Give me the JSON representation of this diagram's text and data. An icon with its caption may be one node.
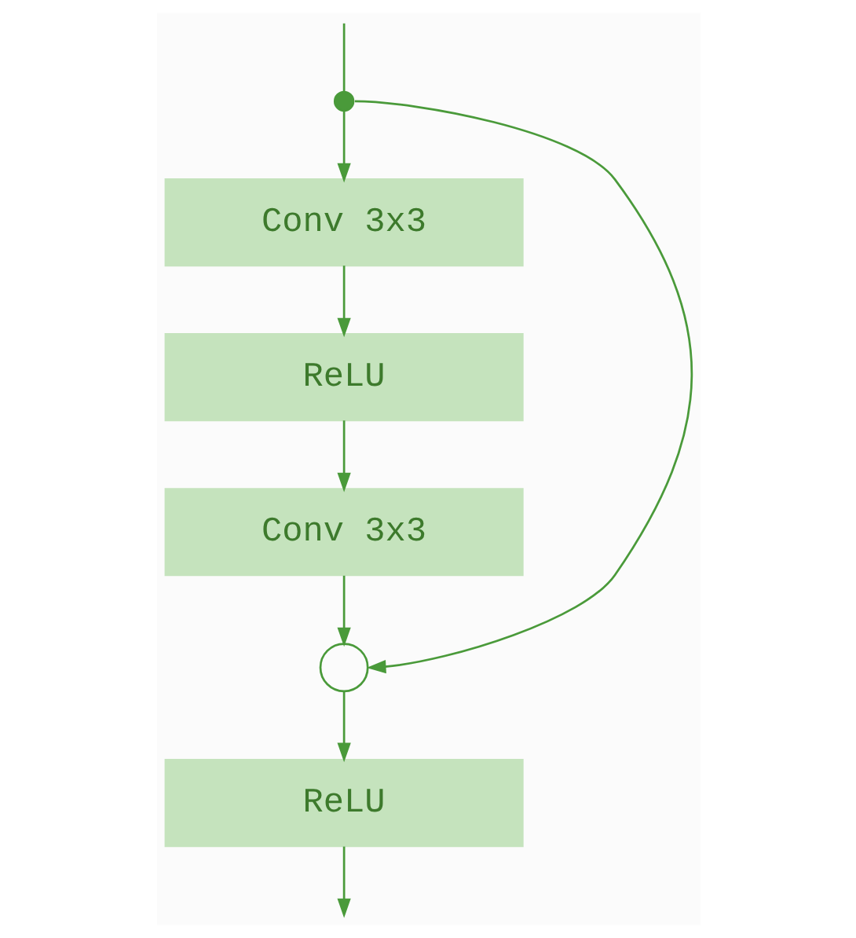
{
  "diagram": {
    "nodes": [
      {
        "text": [],
        "shape": "dot"
      },
      {
        "text": [
          "Conv 3x3"
        ]
      },
      {
        "text": [
          "ReLU"
        ]
      },
      {
        "text": [
          "Conv 3x3"
        ]
      },
      {
        "text": [],
        "shape": "circle"
      },
      {
        "text": [
          "ReLU"
        ]
      }
    ],
    "edges": [
      {
        "from": null,
        "to": 0,
        "arrow": "none"
      },
      {
        "from": 0,
        "to": 1,
        "arrow": "to"
      },
      {
        "from": 1,
        "to": 2,
        "arrow": "to"
      },
      {
        "from": 2,
        "to": 3,
        "arrow": "to"
      },
      {
        "from": 3,
        "to": 4,
        "arrow": "to"
      },
      {
        "from": 0,
        "to": 4,
        "arrow": "to"
      },
      {
        "from": 4,
        "to": 5,
        "arrow": "to"
      },
      {
        "from": 5,
        "to": null,
        "arrow": "to"
      }
    ]
  }
}
